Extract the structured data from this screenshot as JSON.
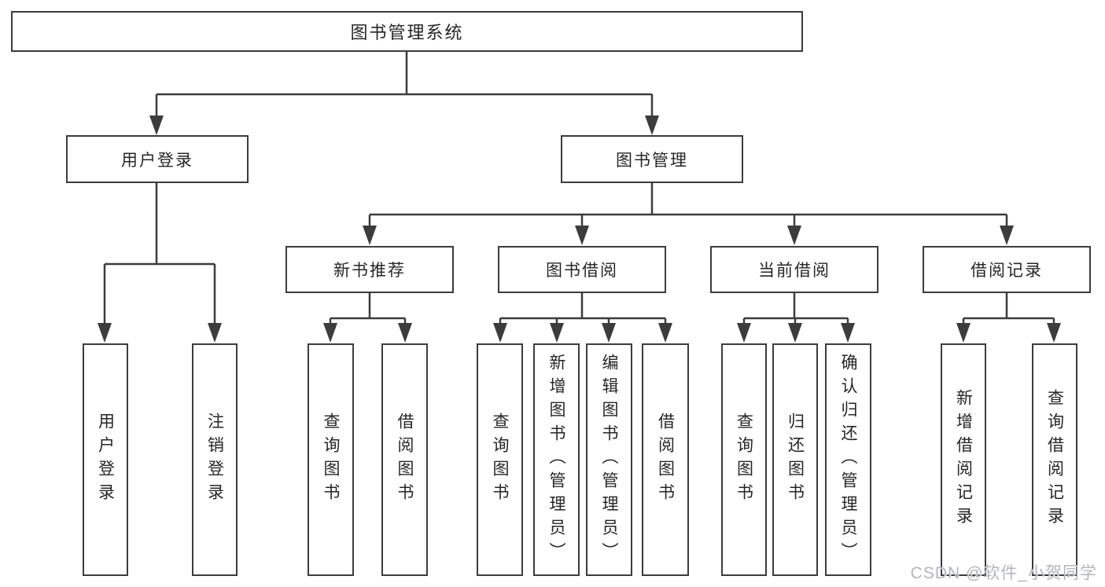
{
  "tree": {
    "label": "图书管理系统",
    "children": [
      {
        "label": "用户登录",
        "children": [
          {
            "label": "用户登录"
          },
          {
            "label": "注销登录"
          }
        ]
      },
      {
        "label": "图书管理",
        "children": [
          {
            "label": "新书推荐",
            "children": [
              {
                "label": "查询图书"
              },
              {
                "label": "借阅图书"
              }
            ]
          },
          {
            "label": "图书借阅",
            "children": [
              {
                "label": "查询图书"
              },
              {
                "label": "新增图书（管理员）"
              },
              {
                "label": "编辑图书（管理员）"
              },
              {
                "label": "借阅图书"
              }
            ]
          },
          {
            "label": "当前借阅",
            "children": [
              {
                "label": "查询图书"
              },
              {
                "label": "归还图书"
              },
              {
                "label": "确认归还（管理员）"
              }
            ]
          },
          {
            "label": "借阅记录",
            "children": [
              {
                "label": "新增借阅记录"
              },
              {
                "label": "查询借阅记录"
              }
            ]
          }
        ]
      }
    ]
  },
  "watermark": "CSDN @软件_小贺同学",
  "colors": {
    "line": "#3c3c3c",
    "text": "#262626",
    "background": "#ffffff",
    "watermark": "#b2b5ba"
  }
}
